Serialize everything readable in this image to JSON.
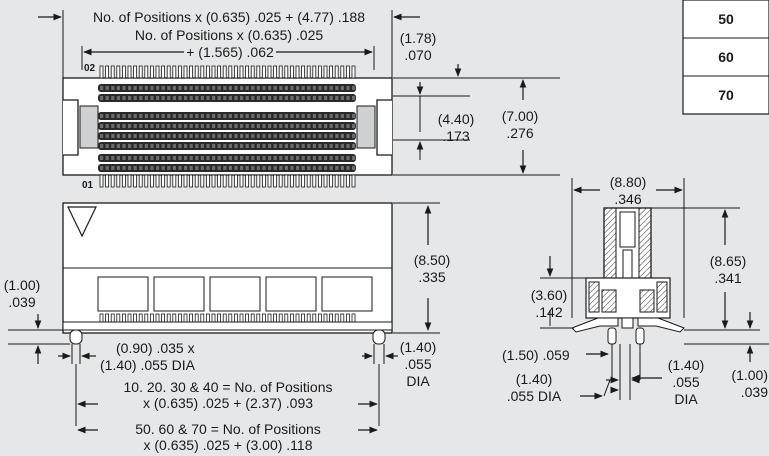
{
  "table": {
    "rows": [
      "50",
      "60",
      "70"
    ]
  },
  "top_view": {
    "pin_label_top": "02",
    "pin_label_bottom": "01",
    "dim_overall": "No. of Positions x (0.635) .025 + (4.77) .188",
    "dim_inner_line1": "No. of Positions x (0.635) .025",
    "dim_inner_line2": "+ (1.565) .062",
    "dim_178_mm": "(1.78)",
    "dim_178_in": ".070",
    "dim_440_mm": "(4.40)",
    "dim_440_in": ".173",
    "dim_700_mm": "(7.00)",
    "dim_700_in": ".276"
  },
  "front_view": {
    "dim_850_mm": "(8.50)",
    "dim_850_in": ".335",
    "dim_100_mm": "(1.00)",
    "dim_100_in": ".039",
    "dim_post_line1": "(0.90) .035 x",
    "dim_post_line2": "(1.40) .055 DIA",
    "dim_140r_mm": "(1.40)",
    "dim_140r_in": ".055",
    "dim_140r_dia": "DIA",
    "note1_line1": "10. 20. 30 & 40 = No. of Positions",
    "note1_line2": "x (0.635) .025 + (2.37) .093",
    "note2_line1": "50. 60 & 70 = No. of Positions",
    "note2_line2": "x (0.635) .025 + (3.00) .118"
  },
  "side_view": {
    "dim_880_mm": "(8.80)",
    "dim_880_in": ".346",
    "dim_865_mm": "(8.65)",
    "dim_865_in": ".341",
    "dim_360_mm": "(3.60)",
    "dim_360_in": ".142",
    "dim_150": "(1.50) .059",
    "dim_140a_mm": "(1.40)",
    "dim_140a_in": ".055 DIA",
    "dim_140b_mm": "(1.40)",
    "dim_140b_in": ".055",
    "dim_140b_dia": "DIA",
    "dim_100_mm": "(1.00)",
    "dim_100_in": ".039"
  }
}
